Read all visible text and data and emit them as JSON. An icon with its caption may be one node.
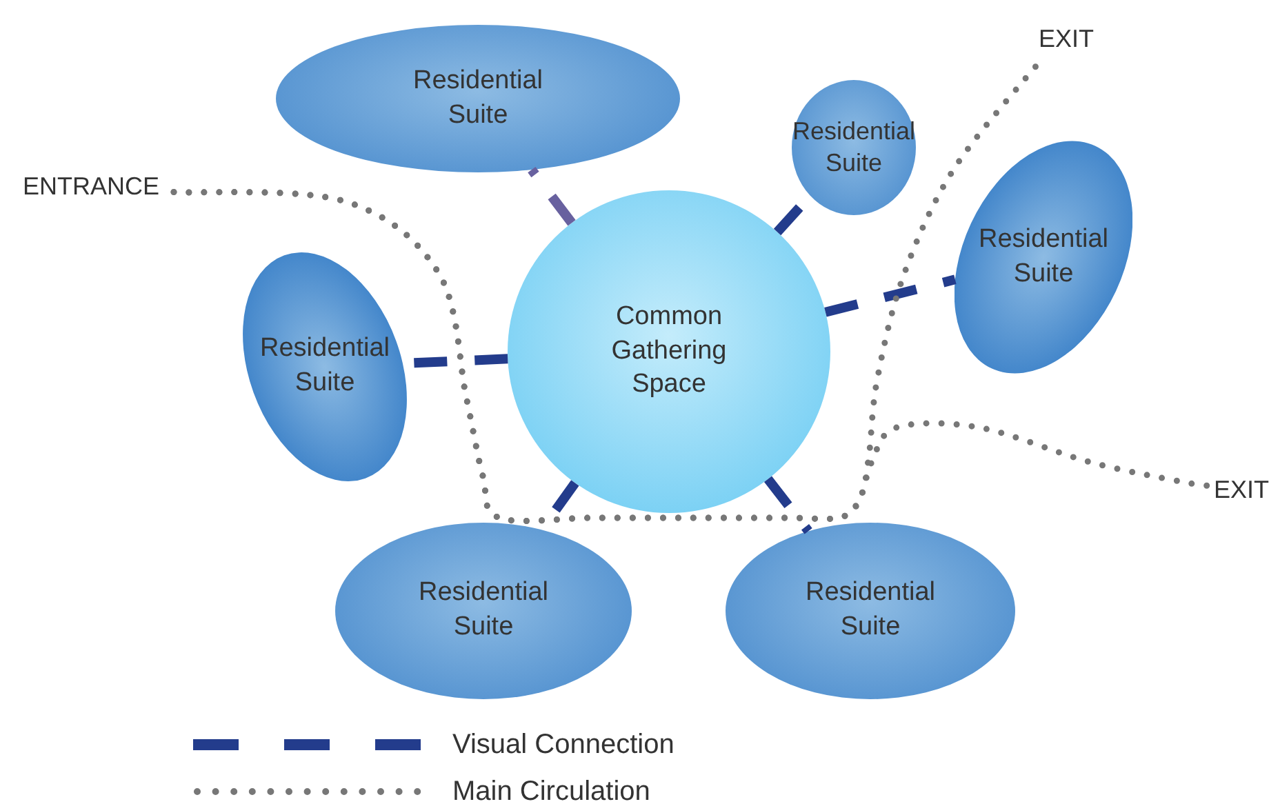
{
  "diagram": {
    "nodes": [
      {
        "text": [
          "Common Gathering Space"
        ]
      },
      {
        "text": [
          "Residential Suite"
        ]
      },
      {
        "text": [
          "Residential Suite"
        ]
      },
      {
        "text": [
          "Residential Suite"
        ]
      },
      {
        "text": [
          "Residential Suite"
        ]
      },
      {
        "text": [
          "Residential Suite"
        ]
      },
      {
        "text": [
          "Residential Suite"
        ]
      },
      {
        "text": [
          "ENTRANCE"
        ]
      },
      {
        "text": [
          "EXIT"
        ]
      },
      {
        "text": [
          "EXIT"
        ]
      }
    ],
    "edges": [
      {
        "from": 0,
        "to": 1,
        "arrow": "none",
        "style": "dashed",
        "color": "#68619f"
      },
      {
        "from": 0,
        "to": 2,
        "arrow": "none",
        "style": "dashed"
      },
      {
        "from": 0,
        "to": 3,
        "arrow": "none",
        "style": "dashed"
      },
      {
        "from": 0,
        "to": 4,
        "arrow": "none",
        "style": "dashed"
      },
      {
        "from": 0,
        "to": 5,
        "arrow": "none",
        "style": "dashed"
      },
      {
        "from": 0,
        "to": 6,
        "arrow": "none",
        "style": "dashed"
      },
      {
        "from": 7,
        "to": 8,
        "arrow": "none",
        "style": "dashed",
        "color": "#777777"
      },
      {
        "from": 7,
        "to": 9,
        "arrow": "none",
        "style": "dashed",
        "color": "#777777"
      }
    ],
    "legend": [
      {
        "text": "Visual Connection"
      },
      {
        "text": "Main Circulation"
      }
    ]
  }
}
